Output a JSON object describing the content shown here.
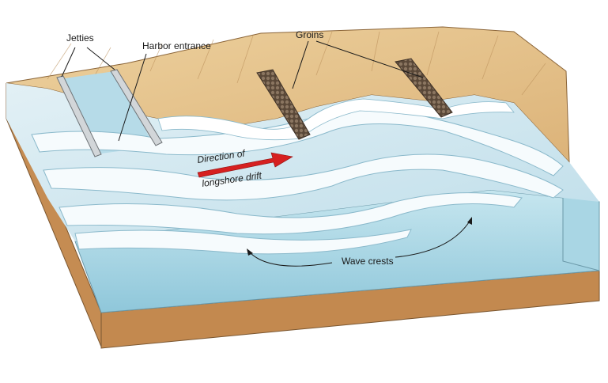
{
  "labels": {
    "jetties": "Jetties",
    "harbor_entrance": "Harbor entrance",
    "groins": "Groins",
    "drift_line1": "Direction of",
    "drift_line2": "longshore drift",
    "wave_crests": "Wave crests"
  },
  "colors": {
    "sand": "#e8c48c",
    "sand_dark": "#c9a06a",
    "earth_side": "#b9824a",
    "water_side": "#9fd0e0",
    "water_top": "#d9ecf3",
    "foam": "#f4f9fb",
    "arrow": "#d62020",
    "jetty": "#cfd3d6",
    "groin": "#6b5a4a"
  }
}
